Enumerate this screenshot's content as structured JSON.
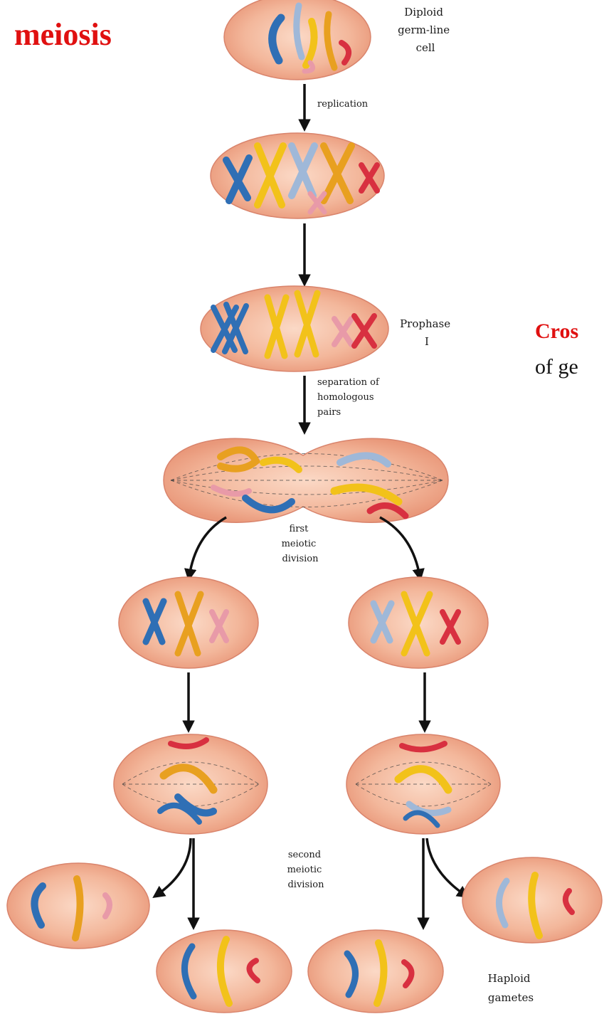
{
  "title": "meiosis",
  "side_note": {
    "emphasis": "Cros",
    "continuation": "of ge"
  },
  "labels": {
    "diploid": [
      "Diploid",
      "germ-line",
      "cell"
    ],
    "replication": "replication",
    "prophase": [
      "Prophase",
      "I"
    ],
    "separation": [
      "separation of",
      "homologous",
      "pairs"
    ],
    "first_division": [
      "first",
      "meiotic",
      "division"
    ],
    "second_division": [
      "second",
      "meiotic",
      "division"
    ],
    "haploid": [
      "Haploid",
      "gametes"
    ]
  },
  "colors": {
    "title_red": "#e01010",
    "cell_fill": "#f3b79b",
    "cell_edge": "#d9846c",
    "chrom_blue": "#2f6fb5",
    "chrom_lightblue": "#9fb8d8",
    "chrom_yellow": "#f2c21a",
    "chrom_orange": "#e8a020",
    "chrom_red": "#d83040",
    "chrom_pink": "#e89aa8",
    "arrow": "#111111"
  }
}
